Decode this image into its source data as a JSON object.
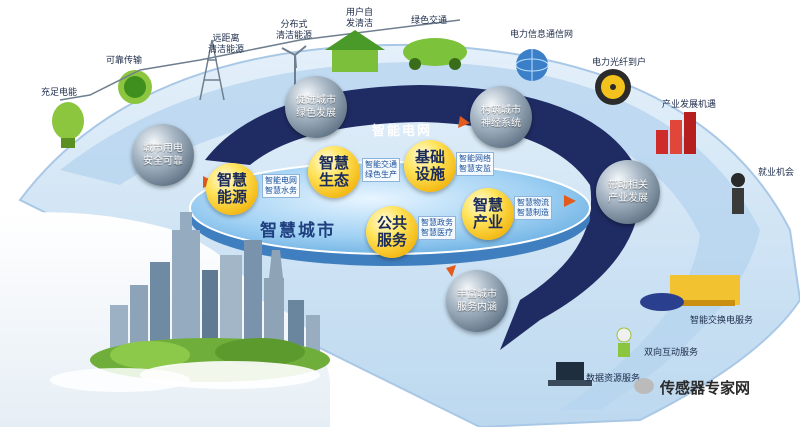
{
  "top_labels": {
    "charging": "充足电能",
    "renewable": "可靠传输",
    "longdist_line1": "远距离",
    "longdist_line2": "清洁能源",
    "distributed_line1": "分布式",
    "distributed_line2": "清洁能源",
    "user_line1": "用户自",
    "user_line2": "发清洁",
    "green_transport": "绿色交通",
    "power_info": "电力信息通信网",
    "fiber": "电力光纤到户",
    "industry_dev": "产业发展机遇",
    "employment": "就业机会",
    "smart_swap": "智能交换电服务",
    "two_way": "双向互动服务",
    "data_resource": "数据资源服务"
  },
  "ring_title": "智能电网",
  "city_title": "智慧城市",
  "grey_balls": [
    {
      "line1": "城市用电",
      "line2": "安全可靠"
    },
    {
      "line1": "促进城市",
      "line2": "绿色发展"
    },
    {
      "line1": "构筑城市",
      "line2": "神经系统"
    },
    {
      "line1": "带动相关",
      "line2": "产业发展"
    },
    {
      "line1": "丰富城市",
      "line2": "服务内涵"
    }
  ],
  "gold_balls": [
    {
      "line1": "智慧",
      "line2": "能源"
    },
    {
      "line1": "智慧",
      "line2": "生态"
    },
    {
      "line1": "基础",
      "line2": "设施"
    },
    {
      "line1": "智慧",
      "line2": "产业"
    },
    {
      "line1": "公共",
      "line2": "服务"
    }
  ],
  "tags": [
    {
      "line1": "智能电网",
      "line2": "智慧水务"
    },
    {
      "line1": "智能交通",
      "line2": "绿色生产"
    },
    {
      "line1": "智能网络",
      "line2": "智慧安监"
    },
    {
      "line1": "智慧物流",
      "line2": "智慧制造"
    },
    {
      "line1": "智慧政务",
      "line2": "智慧医疗"
    }
  ],
  "watermark": "传感器专家网",
  "colors": {
    "ring": "#1f2b63",
    "disc": "#8cc6f0",
    "bg_arc": "#cfe4f6",
    "gold": "#f6c21c"
  }
}
